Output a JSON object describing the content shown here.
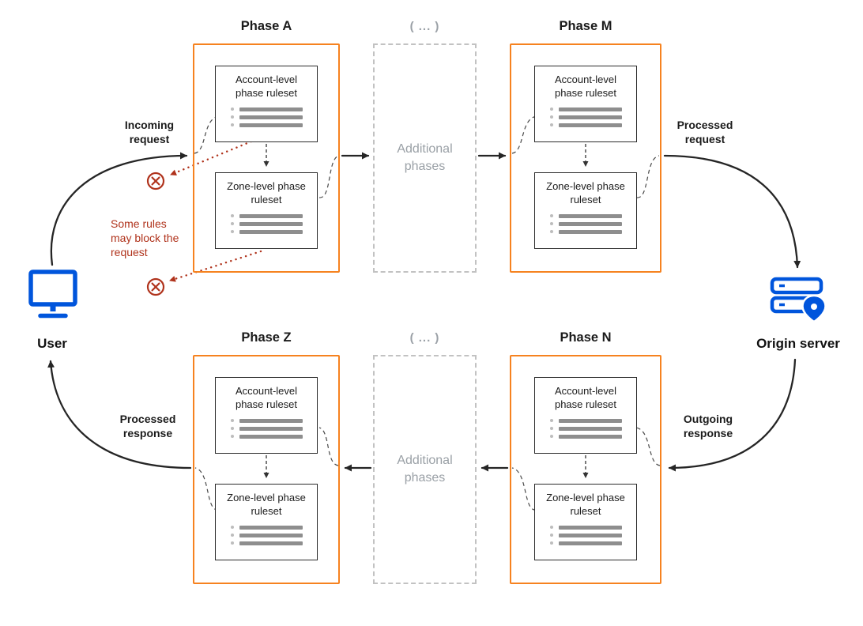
{
  "diagram": {
    "phase_a": "Phase A",
    "phase_m": "Phase M",
    "phase_z": "Phase Z",
    "phase_n": "Phase N",
    "ellipsis": "( ... )",
    "additional_phases": "Additional phases",
    "account_ruleset": "Account-level phase ruleset",
    "zone_ruleset": "Zone-level phase ruleset",
    "incoming_request": "Incoming request",
    "processed_request": "Processed request",
    "processed_response": "Processed response",
    "outgoing_response": "Outgoing response",
    "block_note": "Some rules may block the request",
    "user": "User",
    "origin_server": "Origin server"
  },
  "icons": [
    "user-monitor-icon",
    "origin-server-icon",
    "location-pin-icon",
    "block-x-circle-icon"
  ],
  "colors": {
    "phase_border_orange": "#F6821F",
    "icon_blue": "#0055DC",
    "blocking_red": "#B0331C",
    "muted_gray": "#9aa0a6",
    "arrow_black": "#252525",
    "list_bar_gray": "#8e8e8e"
  }
}
